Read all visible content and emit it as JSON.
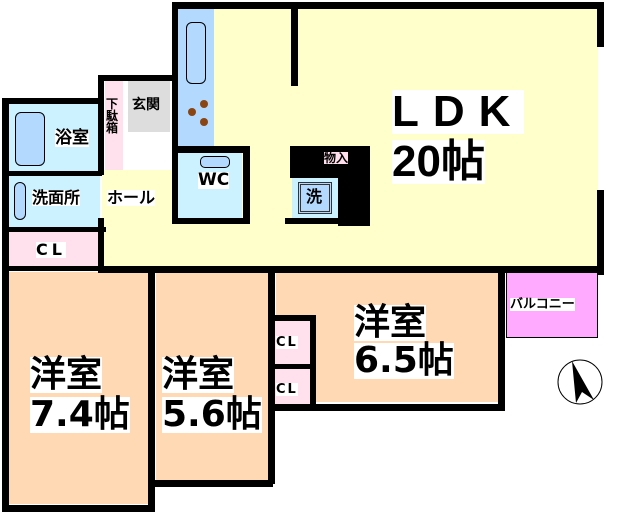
{
  "floor_plan": {
    "rooms": [
      {
        "id": "ldk",
        "name": "LDK",
        "size": "20帖",
        "color": "#ffffcc"
      },
      {
        "id": "western1",
        "name": "洋室",
        "size": "7.4帖",
        "color": "#ffd9b3"
      },
      {
        "id": "western2",
        "name": "洋室",
        "size": "5.6帖",
        "color": "#ffd9b3"
      },
      {
        "id": "western3",
        "name": "洋室",
        "size": "6.5帖",
        "color": "#ffd9b3"
      },
      {
        "id": "bath",
        "name": "浴室",
        "color": "#ccf2ff"
      },
      {
        "id": "washroom",
        "name": "洗面所",
        "color": "#ccf2ff"
      },
      {
        "id": "wc",
        "name": "WC",
        "color": "#ccf2ff"
      },
      {
        "id": "entrance",
        "name": "玄関",
        "color": "#dddddd"
      },
      {
        "id": "hall",
        "name": "ホール",
        "color": "#ffffcc"
      },
      {
        "id": "balcony",
        "name": "バルコニー",
        "color": "#ffaaff"
      }
    ],
    "storage": {
      "shoe_box": "下駄箱",
      "storage_room": "物入",
      "washing_machine": "洗",
      "closet": "CL"
    },
    "compass": "north-arrow"
  }
}
